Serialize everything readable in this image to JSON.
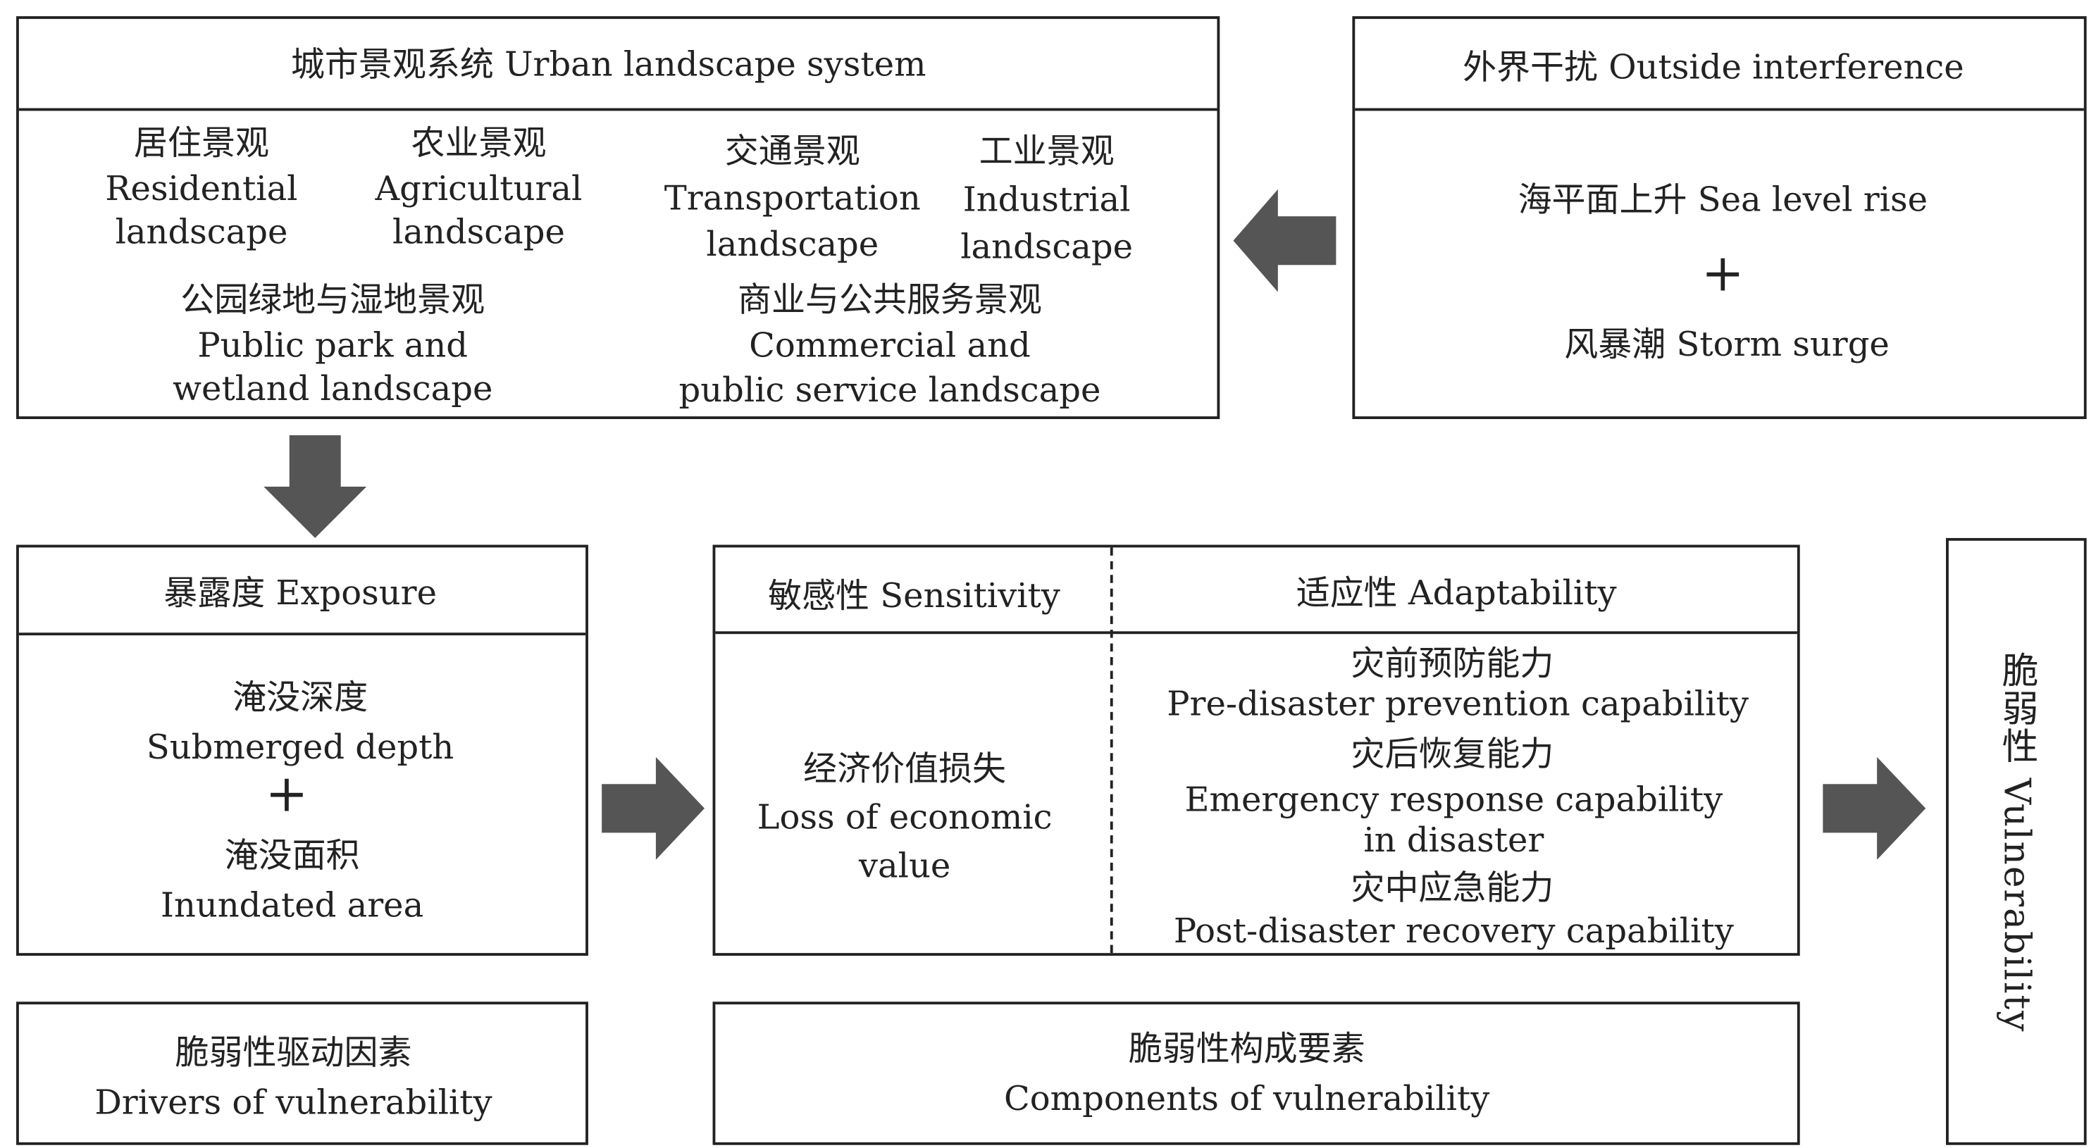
{
  "urban": {
    "title": "城市景观系统 Urban landscape system",
    "residential_cn": "居住景观",
    "residential_en1": "Residential",
    "residential_en2": "landscape",
    "agricultural_cn": "农业景观",
    "agricultural_en1": "Agricultural",
    "agricultural_en2": "landscape",
    "transportation_cn": "交通景观",
    "transportation_en1": "Transportation",
    "transportation_en2": "landscape",
    "industrial_cn": "工业景观",
    "industrial_en1": "Industrial",
    "industrial_en2": "landscape",
    "park_cn": "公园绿地与湿地景观",
    "park_en1": "Public park and",
    "park_en2": "wetland landscape",
    "commercial_cn": "商业与公共服务景观",
    "commercial_en1": "Commercial and",
    "commercial_en2": "public service landscape"
  },
  "outside": {
    "title": "外界干扰 Outside interference",
    "sea_level": "海平面上升 Sea level rise",
    "plus": "+",
    "storm": "风暴潮 Storm surge"
  },
  "exposure": {
    "title": "暴露度 Exposure",
    "depth_cn": "淹没深度",
    "depth_en": "Submerged depth",
    "plus": "+",
    "area_cn": "淹没面积",
    "area_en": "Inundated area"
  },
  "sensitivity": {
    "title": "敏感性 Sensitivity",
    "loss_cn": "经济价值损失",
    "loss_en1": "Loss of economic",
    "loss_en2": "value"
  },
  "adaptability": {
    "title": "适应性 Adaptability",
    "pre_cn": "灾前预防能力",
    "pre_en": "Pre-disaster prevention capability",
    "post_cn": "灾后恢复能力",
    "post_en1": "Emergency response capability",
    "post_en2": "in disaster",
    "during_cn": "灾中应急能力",
    "during_en": "Post-disaster recovery capability"
  },
  "vulnerability": {
    "label": "脆弱性 Vulnerability"
  },
  "drivers": {
    "cn": "脆弱性驱动因素",
    "en": "Drivers of vulnerability"
  },
  "components": {
    "cn": "脆弱性构成要素",
    "en": "Components of vulnerability"
  },
  "colors": {
    "arrow": "#555555",
    "border": "#222222"
  }
}
